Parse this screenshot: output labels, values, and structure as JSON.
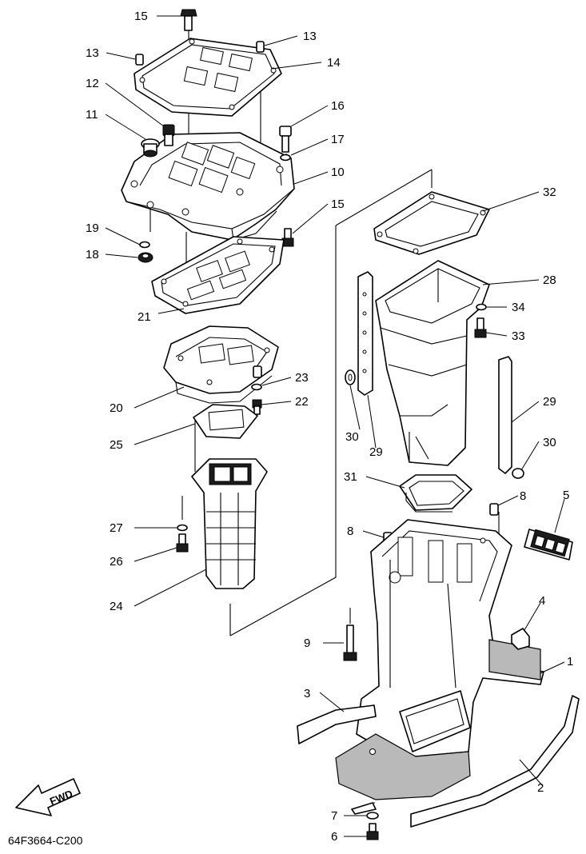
{
  "diagram": {
    "drawing_code": "64F3664-C200",
    "direction_arrow_label": "FWD",
    "part_callouts": [
      "1",
      "2",
      "3",
      "4",
      "5",
      "6",
      "7",
      "8",
      "8",
      "9",
      "10",
      "11",
      "12",
      "13",
      "13",
      "14",
      "15",
      "15",
      "16",
      "17",
      "18",
      "19",
      "20",
      "21",
      "22",
      "23",
      "24",
      "25",
      "26",
      "27",
      "28",
      "29",
      "29",
      "30",
      "30",
      "31",
      "32",
      "33",
      "34"
    ]
  }
}
